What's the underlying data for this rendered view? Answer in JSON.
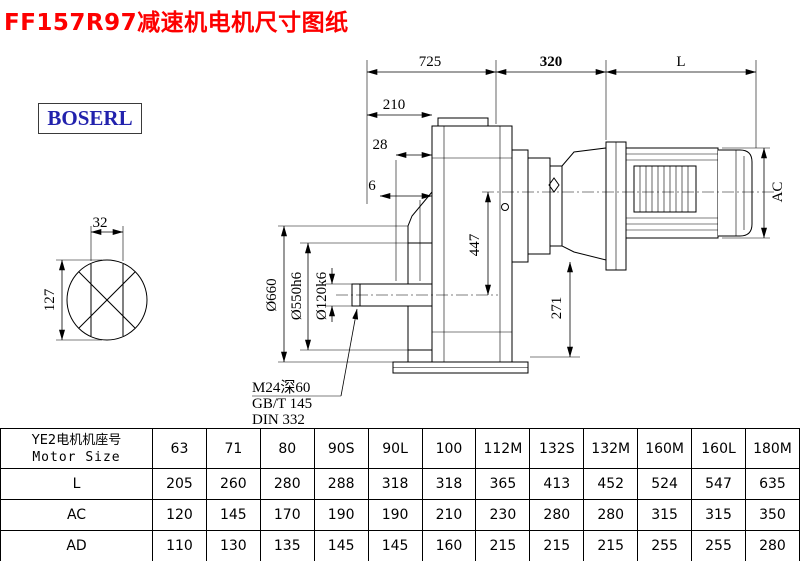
{
  "page": {
    "title": "FF157R97减速机电机尺寸图纸",
    "logo": "BOSERL"
  },
  "drawing": {
    "dim_725": "725",
    "dim_320": "320",
    "dim_L": "L",
    "dim_210": "210",
    "dim_28": "28",
    "dim_6": "6",
    "dim_32": "32",
    "dim_127": "127",
    "dim_447": "447",
    "dim_271": "271",
    "dim_AC": "AC",
    "dia_660": "Ø660",
    "dia_550": "Ø550h6",
    "dia_120": "Ø120k6",
    "note_thread": "M24深60",
    "note_gb": "GB/T 145",
    "note_din": "DIN 332"
  },
  "table": {
    "row_header_cn": "YE2电机机座号",
    "row_header_en": "Motor Size",
    "motor_sizes": [
      "63",
      "71",
      "80",
      "90S",
      "90L",
      "100",
      "112M",
      "132S",
      "132M",
      "160M",
      "160L",
      "180M"
    ],
    "rows": [
      {
        "label": "L",
        "values": [
          "205",
          "260",
          "280",
          "288",
          "318",
          "318",
          "365",
          "413",
          "452",
          "524",
          "547",
          "635"
        ]
      },
      {
        "label": "AC",
        "values": [
          "120",
          "145",
          "170",
          "190",
          "190",
          "210",
          "230",
          "280",
          "280",
          "315",
          "315",
          "350"
        ]
      },
      {
        "label": "AD",
        "values": [
          "110",
          "130",
          "135",
          "145",
          "145",
          "160",
          "215",
          "215",
          "215",
          "255",
          "255",
          "280"
        ]
      }
    ]
  }
}
